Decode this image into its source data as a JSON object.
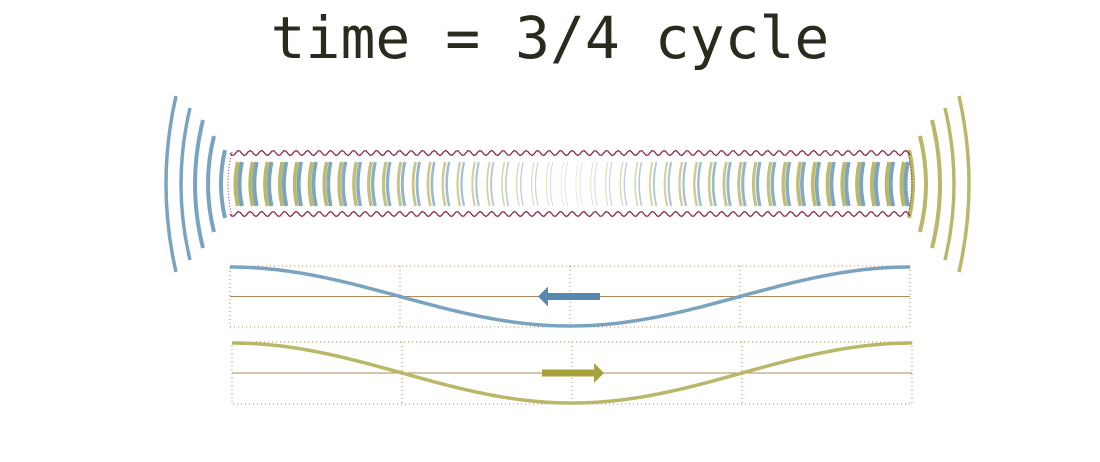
{
  "title": "time = 3/4 cycle",
  "phase_cycles": 0.75,
  "colors": {
    "left_wave": "#7aa3c0",
    "left_arrow": "#5689ab",
    "right_wave": "#b9b768",
    "right_arrow": "#a8a23c",
    "tube_wall": "#8b2a4a",
    "grid": "#b08a5a",
    "title": "#2b2a1f"
  },
  "diagram": {
    "left_wave_direction": "left",
    "right_wave_direction": "right"
  }
}
